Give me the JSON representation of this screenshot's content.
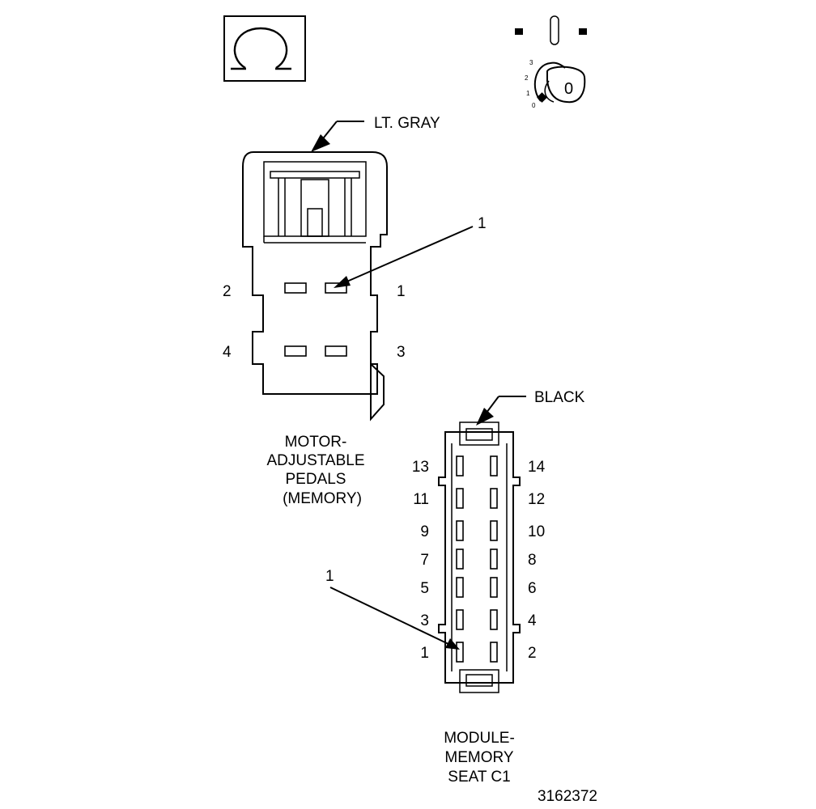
{
  "icons": {
    "resistance_symbol": "ohm-icon",
    "ignition_key": "ignition-key-icon"
  },
  "ignition": {
    "positions": [
      "3",
      "2",
      "1",
      "0"
    ],
    "key_label": "0"
  },
  "connector1": {
    "color_label": "LT. GRAY",
    "callout": "1",
    "pins": {
      "p1": "1",
      "p2": "2",
      "p3": "3",
      "p4": "4"
    },
    "name_lines": [
      "MOTOR-",
      "ADJUSTABLE",
      "PEDALS",
      "(MEMORY)"
    ]
  },
  "connector2": {
    "color_label": "BLACK",
    "callout": "1",
    "left_pins": [
      "13",
      "11",
      "9",
      "7",
      "5",
      "3",
      "1"
    ],
    "right_pins": [
      "14",
      "12",
      "10",
      "8",
      "6",
      "4",
      "2"
    ],
    "name_lines": [
      "MODULE-",
      "MEMORY",
      "SEAT C1"
    ]
  },
  "figure_id": "3162372"
}
